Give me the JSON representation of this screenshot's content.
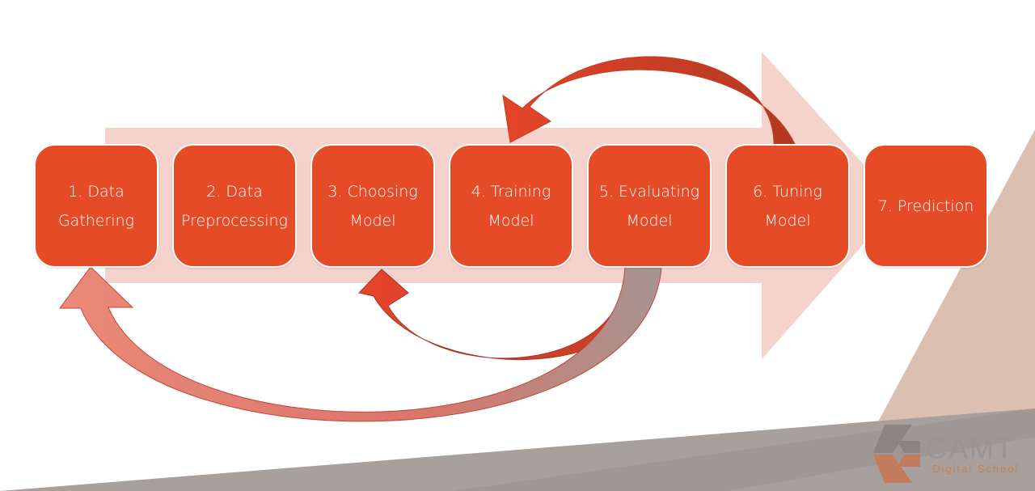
{
  "steps": [
    {
      "label": "1. Data\nGathering"
    },
    {
      "label": "2. Data\nPreprocessing"
    },
    {
      "label": "3. Choosing\nModel"
    },
    {
      "label": "4. Training\nModel"
    },
    {
      "label": "5. Evaluating\nModel"
    },
    {
      "label": "6. Tuning\nModel"
    },
    {
      "label": "7. Prediction"
    }
  ],
  "logo": {
    "name": "CAMT",
    "tagline": "Digital School"
  },
  "colors": {
    "box": "#e54b26",
    "main_arrow": "#f6d2cd",
    "feedback_arrow": "#d9442a",
    "feedback_arrow_dark": "#b83a22",
    "bg_gray": "#a7a09c",
    "bg_tan": "#dbbfb1",
    "logo_gray": "#8a8482",
    "logo_brown": "#c07c5c"
  }
}
